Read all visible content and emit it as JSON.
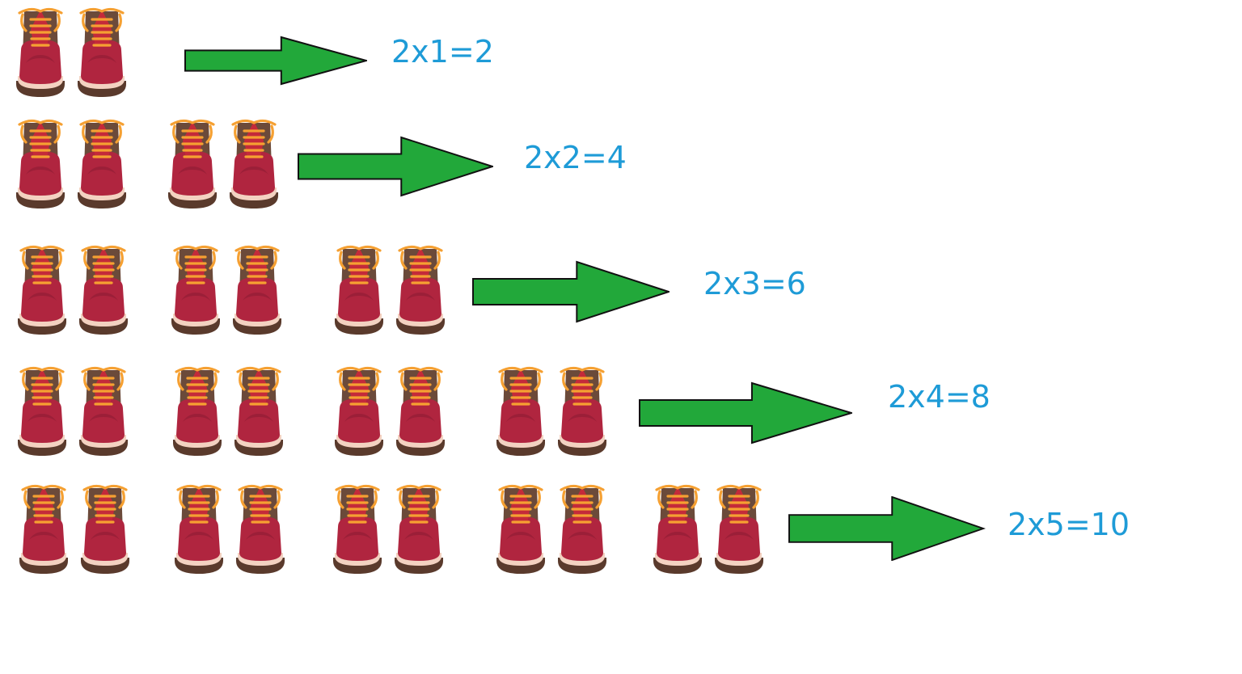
{
  "colors": {
    "arrow_fill": "#22a83a",
    "arrow_stroke": "#111111",
    "equation_text": "#1e9bd7",
    "boot_upper": "#6b4a3a",
    "boot_toe": "#b0253f",
    "boot_sole": "#5a3a2c",
    "boot_welt": "#f3d2c1",
    "boot_tongue": "#c42a3a",
    "lace": "#f5a032"
  },
  "icons": {
    "boot": "boot-icon",
    "arrow": "right-arrow-icon"
  },
  "rows": [
    {
      "pairs": 1,
      "equation": "2x1=2"
    },
    {
      "pairs": 2,
      "equation": "2x2=4"
    },
    {
      "pairs": 3,
      "equation": "2x3=6"
    },
    {
      "pairs": 4,
      "equation": "2x4=8"
    },
    {
      "pairs": 5,
      "equation": "2x5=10"
    }
  ]
}
